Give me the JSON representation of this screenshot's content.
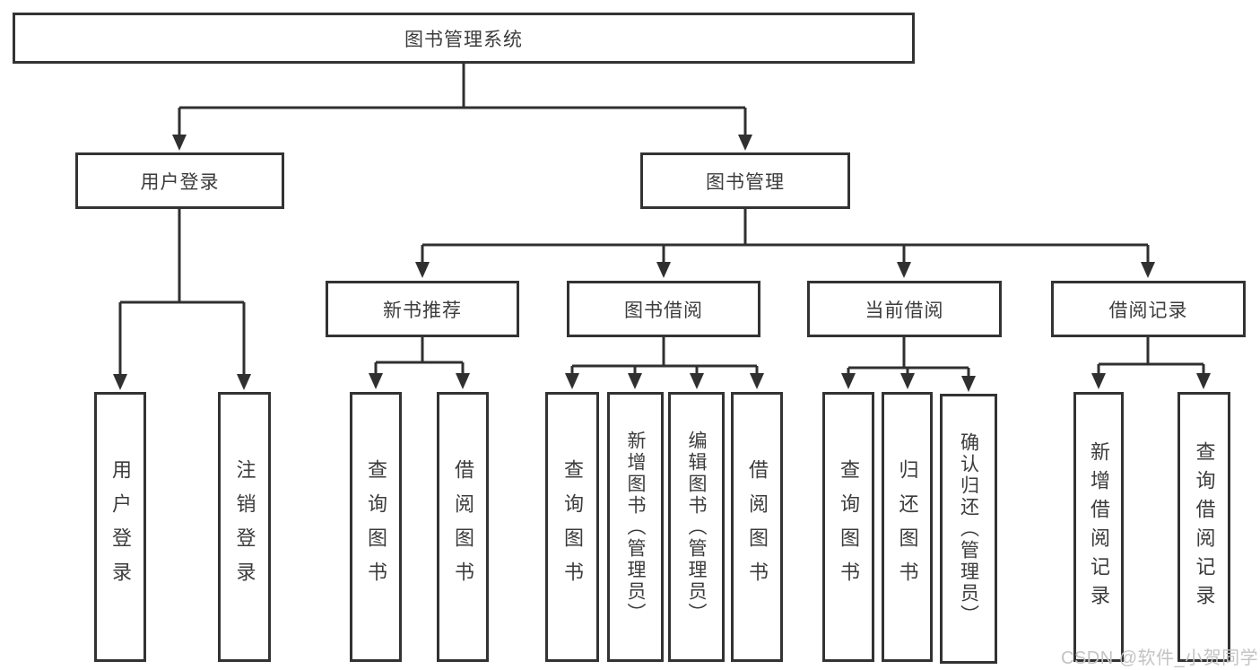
{
  "diagram": {
    "title": "图书管理系统",
    "nodes": {
      "root": "图书管理系统",
      "user_login": "用户登录",
      "book_mgmt": "图书管理",
      "new_books": "新书推荐",
      "book_borrow": "图书借阅",
      "current_borrow": "当前借阅",
      "borrow_records": "借阅记录",
      "leaf_user_login": "用户登录",
      "leaf_logout": "注销登录",
      "leaf_nb_query": "查询图书",
      "leaf_nb_borrow": "借阅图书",
      "leaf_bb_query": "查询图书",
      "leaf_bb_add": "新增图书（管理员）",
      "leaf_bb_edit": "编辑图书（管理员）",
      "leaf_bb_borrow": "借阅图书",
      "leaf_cb_query": "查询图书",
      "leaf_cb_return": "归还图书",
      "leaf_cb_confirm": "确认归还（管理员）",
      "leaf_br_add": "新增借阅记录",
      "leaf_br_query": "查询借阅记录"
    },
    "colors": {
      "line": "#303030",
      "border": "#333333",
      "text": "#3c3c3c",
      "watermark": "#c3c3c3",
      "background": "#ffffff"
    }
  },
  "watermark": "CSDN @软件_小贺同学"
}
